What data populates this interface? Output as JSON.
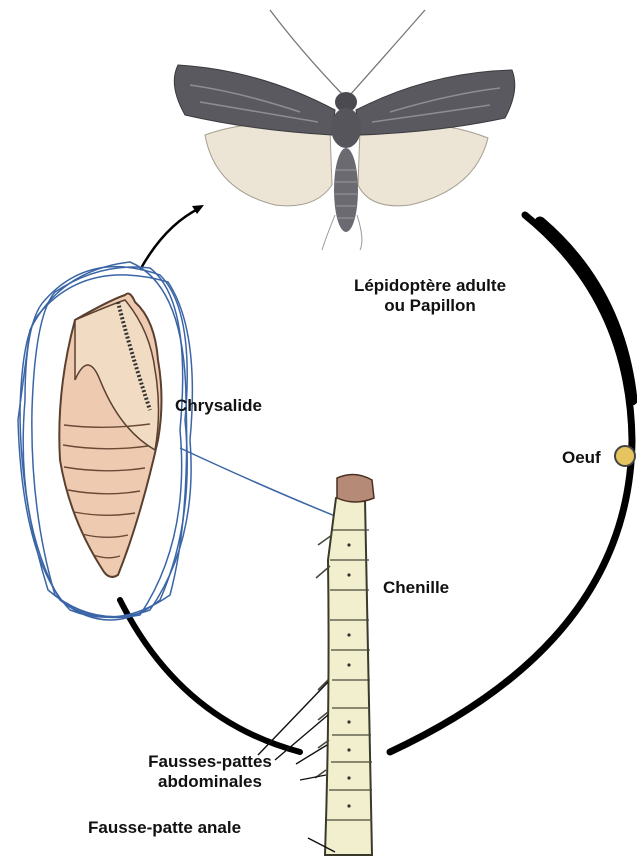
{
  "labels": {
    "adult_line1": "Lépidoptère adulte",
    "adult_line2": "ou Papillon",
    "chrysalis": "Chrysalide",
    "egg": "Oeuf",
    "caterpillar": "Chenille",
    "prolegs_line1": "Fausses-pattes",
    "prolegs_line2": "abdominales",
    "anal_proleg": "Fausse-patte anale"
  },
  "illustrations": {
    "adult": "moth-illustration",
    "pupa": "chrysalis-illustration",
    "larva": "caterpillar-illustration",
    "egg": "egg-dot"
  },
  "colors": {
    "cycle_arc": "#000000",
    "highlight_scribble": "#3a65a6",
    "moth_wing_dark": "#55545a",
    "moth_wing_light": "#e9e2d2",
    "pupa_body": "#eecbb0",
    "larva_body": "#f2efcf",
    "egg_fill": "#e6c560"
  }
}
